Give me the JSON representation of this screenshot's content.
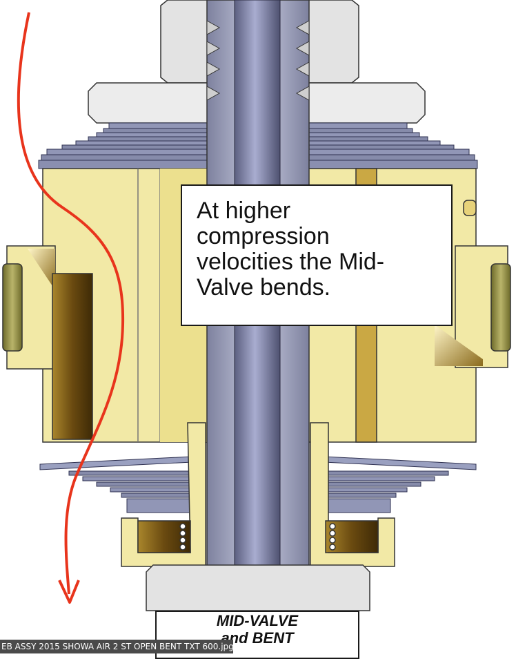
{
  "callout": {
    "lines": [
      "At higher",
      "compression",
      "velocities the Mid-",
      "Valve bends."
    ]
  },
  "part_label": {
    "line1": "MID-VALVE",
    "line2": "and BENT"
  },
  "caption": "EB ASSY 2015 SHOWA AIR 2 ST OPEN BENT TXT 600.jpg",
  "colors": {
    "brass": "#f2e9a6",
    "brass_dark": "#7a5a18",
    "shim": "#8a8fb0",
    "shaft": "#6f7396",
    "nut": "#e6e6e6",
    "flow_arrow": "#e8341c"
  }
}
